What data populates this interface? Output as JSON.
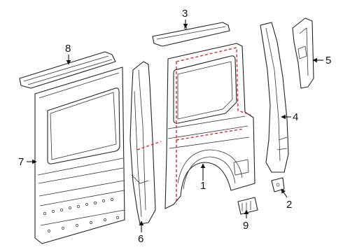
{
  "callouts": {
    "c1": "1",
    "c2": "2",
    "c3": "3",
    "c4": "4",
    "c5": "5",
    "c6": "6",
    "c7": "7",
    "c8": "8",
    "c9": "9"
  },
  "colors": {
    "line": "#222222",
    "cut_line": "#e0262b",
    "background": "#ffffff"
  }
}
